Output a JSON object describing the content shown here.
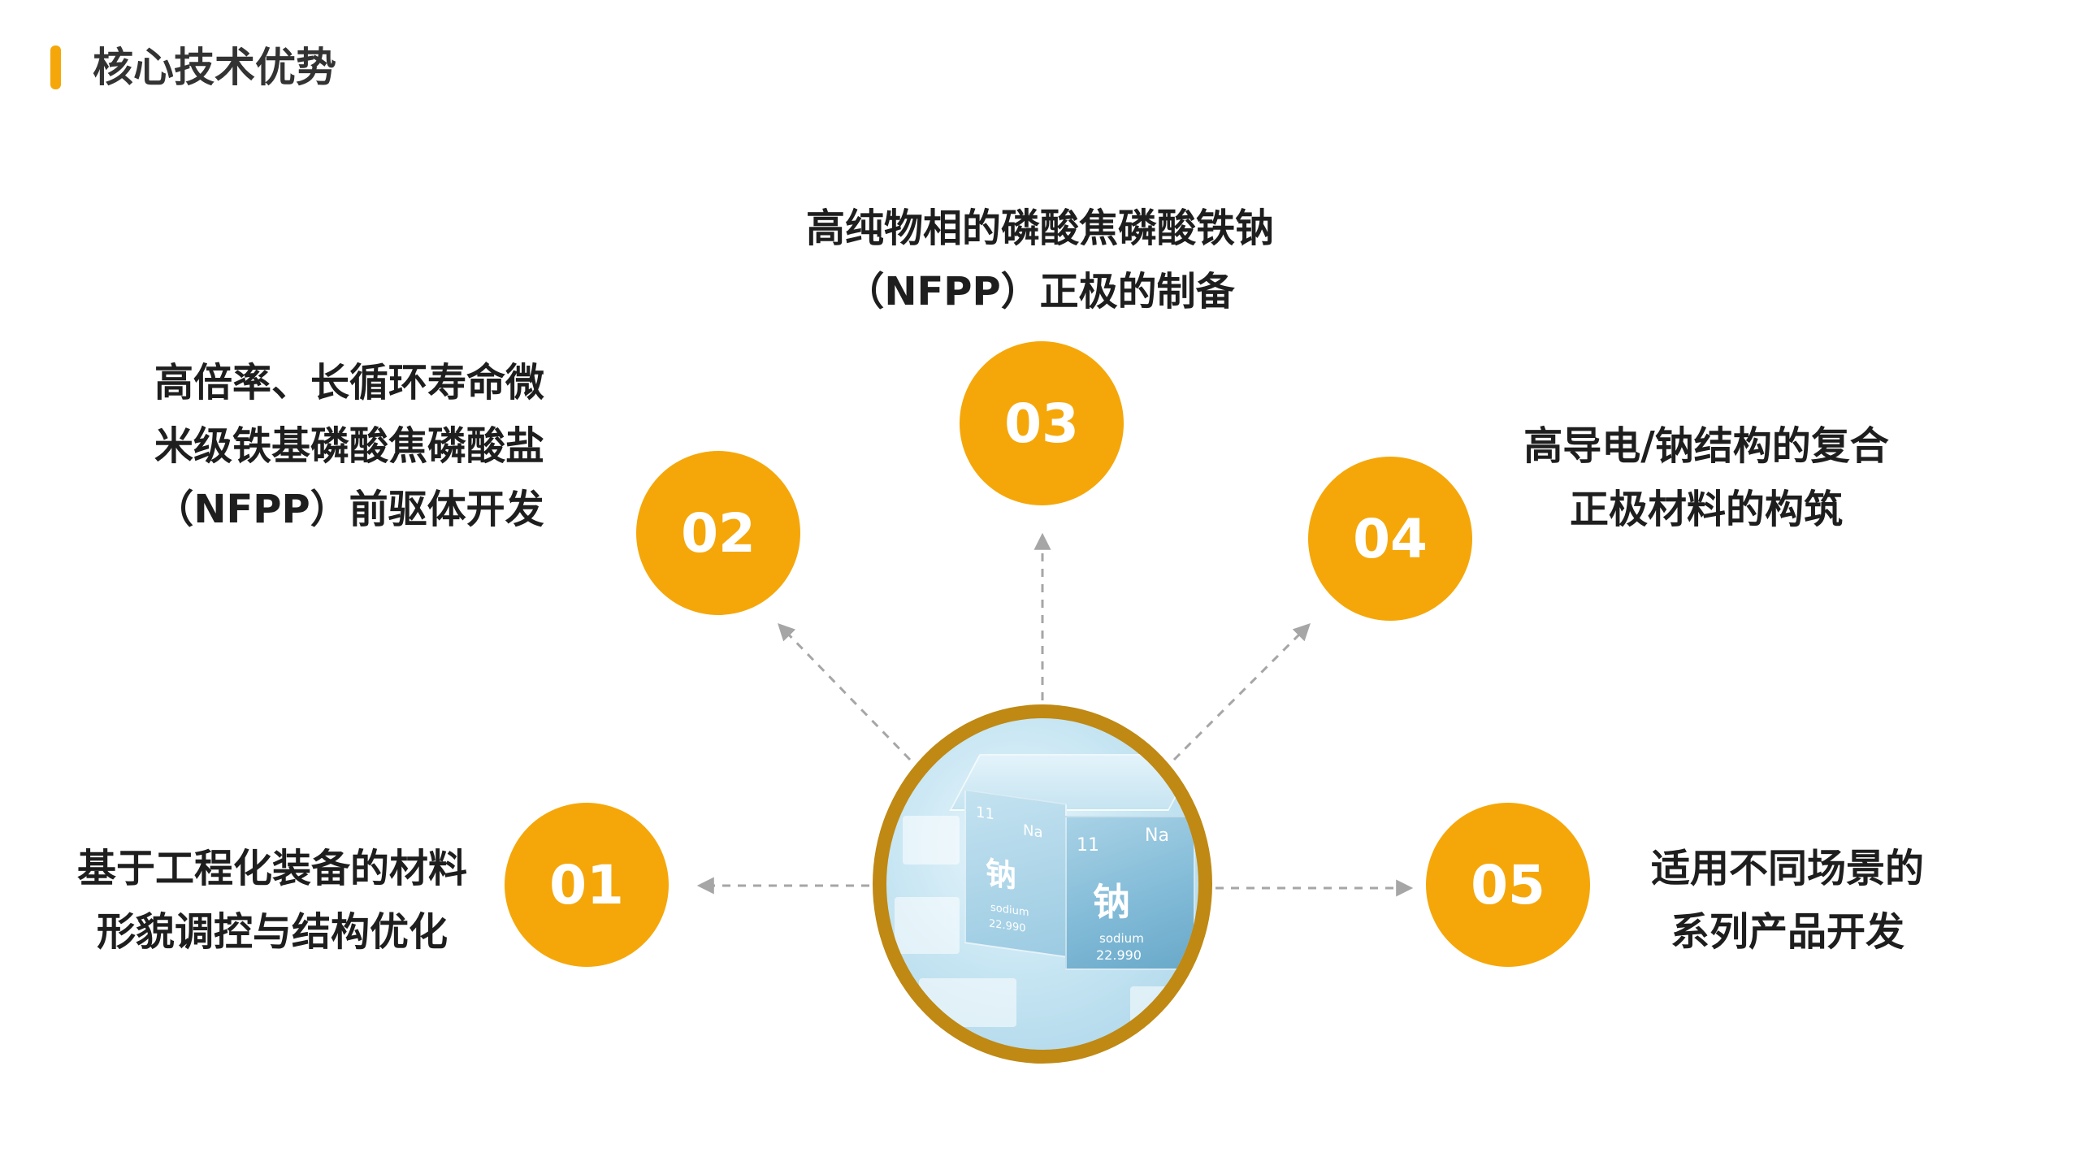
{
  "header": {
    "title": "核心技术优势"
  },
  "colors": {
    "accent": "#f5a70a",
    "ring": "#bf8913",
    "arrow": "#a6a6a6",
    "text": "#1e1e1e"
  },
  "hub": {
    "front": {
      "number": "11",
      "symbol": "Na",
      "character": "钠",
      "name": "sodium",
      "mass": "22.990"
    },
    "side": {
      "number": "11",
      "symbol": "Na",
      "character": "钠",
      "name": "sodium",
      "mass": "22.990"
    }
  },
  "items": [
    {
      "number": "01",
      "lines": [
        "基于工程化装备的材料",
        "形貌调控与结构优化"
      ]
    },
    {
      "number": "02",
      "lines": [
        "高倍率、长循环寿命微",
        "米级铁基磷酸焦磷酸盐",
        "（NFPP）前驱体开发"
      ]
    },
    {
      "number": "03",
      "lines": [
        "高纯物相的磷酸焦磷酸铁钠",
        "（NFPP）正极的制备"
      ]
    },
    {
      "number": "04",
      "lines": [
        "高导电/钠结构的复合",
        "正极材料的构筑"
      ]
    },
    {
      "number": "05",
      "lines": [
        "适用不同场景的",
        "系列产品开发"
      ]
    }
  ]
}
